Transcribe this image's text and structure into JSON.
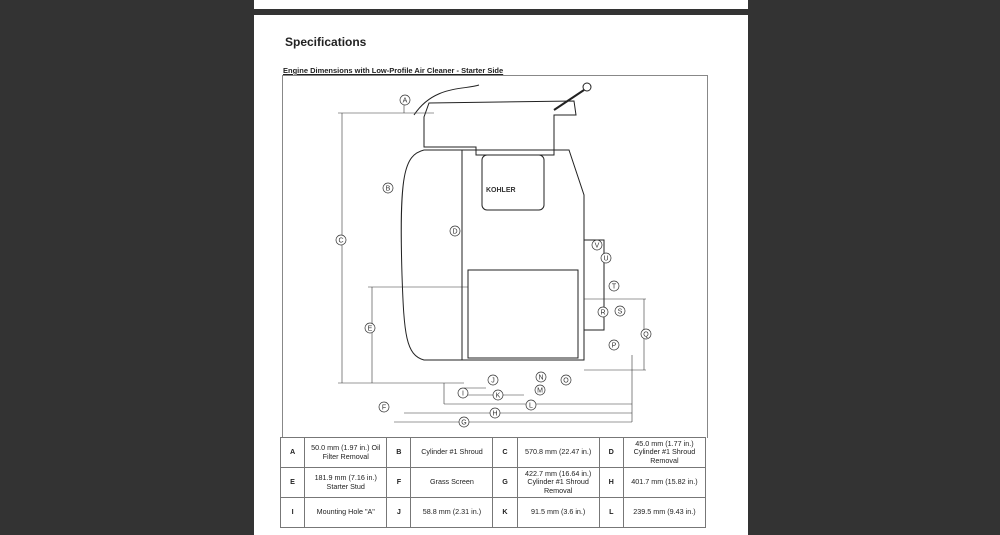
{
  "document": {
    "title": "Specifications",
    "subtitle": "Engine Dimensions with Low-Profile Air Cleaner - Starter Side",
    "logo_text": "KOHLER",
    "callouts": [
      "A",
      "B",
      "C",
      "D",
      "E",
      "F",
      "G",
      "H",
      "I",
      "J",
      "K",
      "L",
      "M",
      "N",
      "O",
      "P",
      "Q",
      "R",
      "S",
      "T",
      "U",
      "V"
    ]
  },
  "table": {
    "rows": [
      [
        {
          "k": "A",
          "v": "50.0 mm (1.97 in.) Oil Filter Removal"
        },
        {
          "k": "B",
          "v": "Cylinder #1 Shroud"
        },
        {
          "k": "C",
          "v": "570.8 mm (22.47 in.)"
        },
        {
          "k": "D",
          "v": "45.0 mm (1.77 in.) Cylinder #1 Shroud Removal"
        }
      ],
      [
        {
          "k": "E",
          "v": "181.9 mm (7.16 in.) Starter Stud"
        },
        {
          "k": "F",
          "v": "Grass Screen"
        },
        {
          "k": "G",
          "v": "422.7 mm (16.64 in.) Cylinder #1 Shroud Removal"
        },
        {
          "k": "H",
          "v": "401.7 mm (15.82 in.)"
        }
      ],
      [
        {
          "k": "I",
          "v": "Mounting Hole \"A\""
        },
        {
          "k": "J",
          "v": "58.8 mm (2.31 in.)"
        },
        {
          "k": "K",
          "v": "91.5 mm (3.6 in.)"
        },
        {
          "k": "L",
          "v": "239.5 mm (9.43 in.)"
        }
      ]
    ]
  }
}
